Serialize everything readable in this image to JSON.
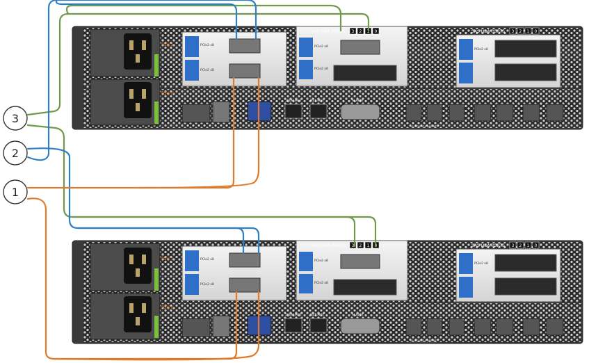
{
  "callouts": [
    "3",
    "2",
    "1"
  ],
  "chassis": [
    {
      "name": "upper-controller",
      "psu_labels": [
        "PSU 1",
        "PSU 0"
      ],
      "slot_labels": [
        "PCIe2 x8",
        "PCIe2 x8",
        "PCIe2 x8",
        "PCIe2 x8",
        "PCIe2 x8"
      ],
      "sas_header": "SAS HBA PORTS",
      "port_numbers_left": [
        "3",
        "2",
        "1",
        "0"
      ],
      "port_numbers_right": [
        "3",
        "2",
        "1",
        "0"
      ],
      "rear_labels": [
        "100M MGT",
        "NET MGT",
        "ALARM"
      ],
      "net_caption": "10 GIGABIT ETHERNET"
    },
    {
      "name": "lower-controller",
      "psu_labels": [
        "PSU 1",
        "PSU 0"
      ],
      "slot_labels": [
        "PCIe2 x8",
        "PCIe2 x8",
        "PCIe2 x8",
        "PCIe2 x8",
        "PCIe2 x8"
      ],
      "sas_header": "SAS HBA PORTS",
      "port_numbers_left": [
        "3",
        "2",
        "1",
        "0"
      ],
      "port_numbers_right": [
        "3",
        "2",
        "1",
        "0"
      ],
      "rear_labels": [
        "100M MGT",
        "NET MGT",
        "ALARM"
      ],
      "net_caption": "10 GIGABIT ETHERNET"
    }
  ],
  "colors": {
    "cable_1": "#e07a28",
    "cable_2": "#2f7fc8",
    "cable_3": "#6f9a4a",
    "chassis": "#3a3a3a",
    "bay": "#e6e6e6"
  }
}
